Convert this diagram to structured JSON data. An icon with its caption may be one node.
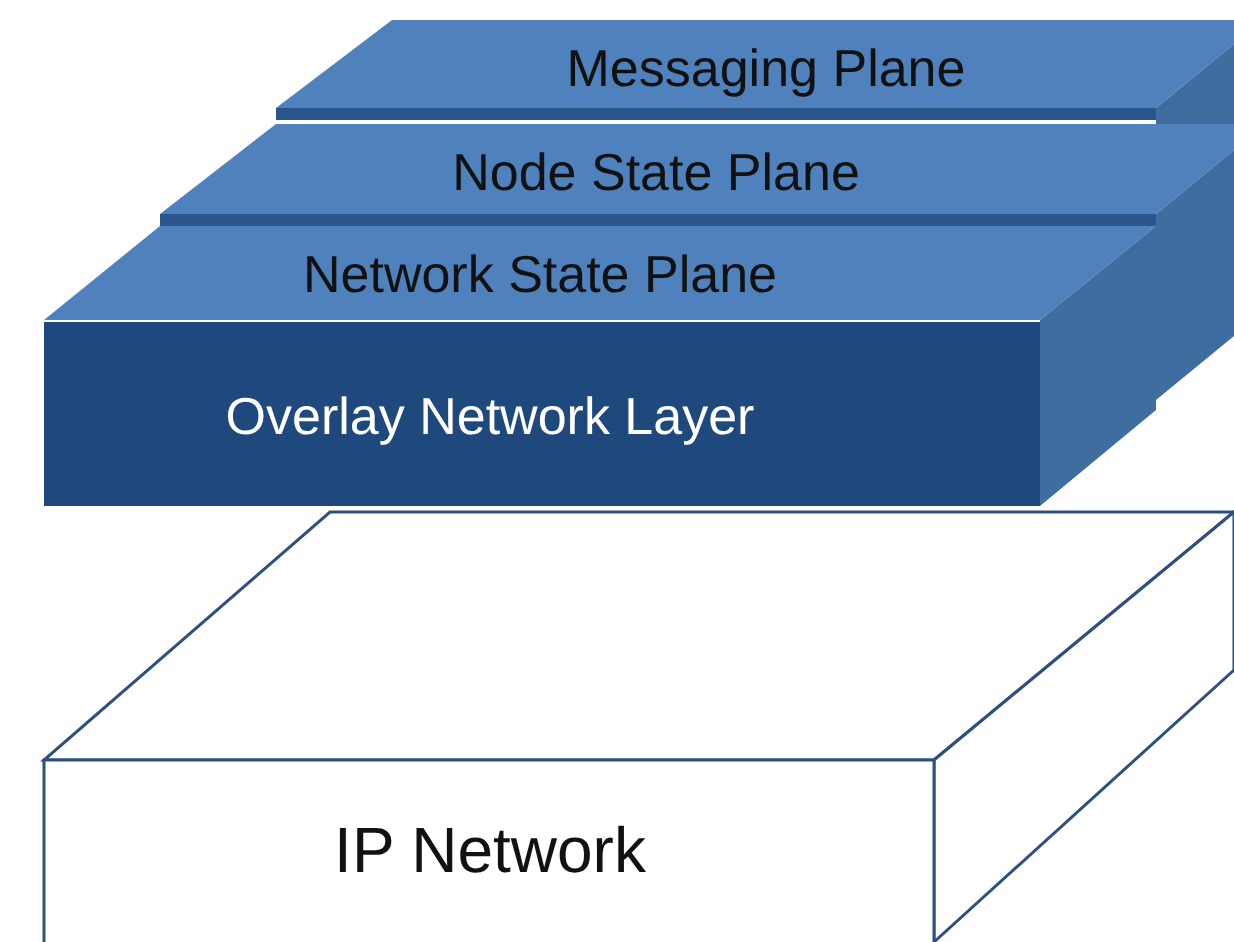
{
  "diagram": {
    "nodes": [
      {
        "text": [
          "Messaging Plane"
        ]
      },
      {
        "text": [
          "Node State Plane"
        ]
      },
      {
        "text": [
          "Network State Plane"
        ]
      },
      {
        "text": [
          "Overlay Network Layer"
        ]
      },
      {
        "text": [
          "IP Network"
        ]
      }
    ]
  }
}
